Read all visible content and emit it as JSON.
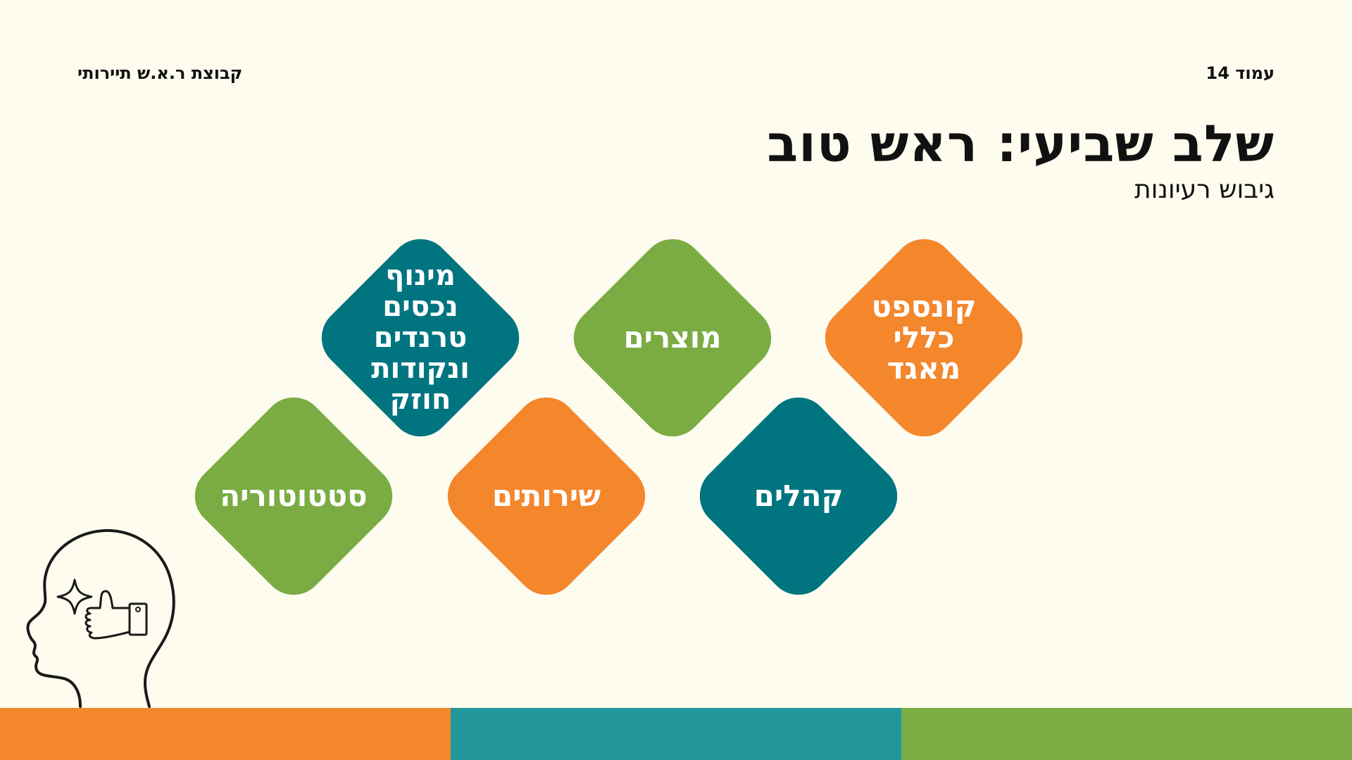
{
  "header": {
    "brand": "קבוצת ר.א.ש תיירותי",
    "page_number": "עמוד 14"
  },
  "title": "שלב שביעי: ראש טוב",
  "subtitle": "גיבוש רעיונות",
  "colors": {
    "background": "#fefbef",
    "orange": "#f4862c",
    "green": "#7aac43",
    "teal": "#007580",
    "bar_orange": "#f4862c",
    "bar_teal": "#21979b",
    "bar_green": "#7aac43"
  },
  "tiles": [
    {
      "text": "קונספט\nכללי\nמאגד",
      "color": "orange"
    },
    {
      "text": "מוצרים",
      "color": "green"
    },
    {
      "text": "מינוף\nנכסים\nטרנדים\nונקודות\nחוזק",
      "color": "teal"
    },
    {
      "text": "קהלים",
      "color": "teal"
    },
    {
      "text": "שירותים",
      "color": "orange"
    },
    {
      "text": "סטטוטוריה",
      "color": "green"
    }
  ],
  "icon": "head-thumbs-up-sparkle-icon"
}
